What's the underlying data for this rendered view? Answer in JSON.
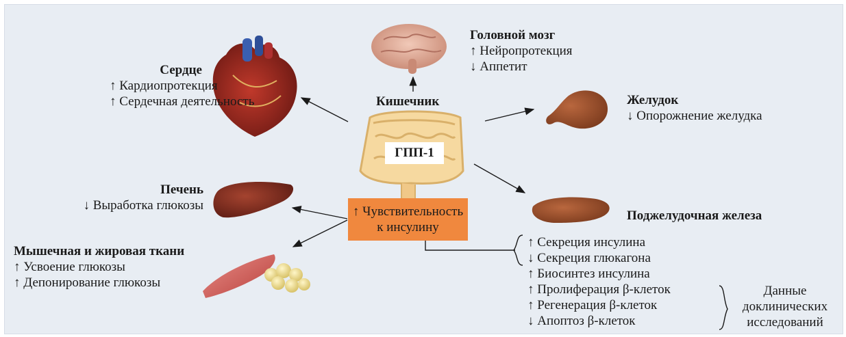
{
  "heart": {
    "title": "Сердце",
    "lines": [
      "↑ Кардиопротекция",
      "↑ Сердечная деятельность"
    ]
  },
  "brain": {
    "title": "Головной мозг",
    "lines": [
      "↑ Нейропротекция",
      "↓ Аппетит"
    ]
  },
  "stomach": {
    "title": "Желудок",
    "lines": [
      "↓ Опорожнение желудка"
    ]
  },
  "gut": {
    "title": "Кишечник",
    "hormone": "ГПП-1"
  },
  "liver": {
    "title": "Печень",
    "lines": [
      "↓ Выработка глюкозы"
    ]
  },
  "sensitivity": {
    "lines": [
      "↑ Чувствительность",
      "к инсулину"
    ]
  },
  "pancreas": {
    "title": "Поджелудочная железа",
    "lines": [
      "↑ Секреция инсулина",
      "↓ Секреция глюкагона",
      "↑ Биосинтез инсулина",
      "↑ Пролиферация β-клеток",
      "↑ Регенерация β-клеток",
      "↓ Апоптоз β-клеток"
    ],
    "preclinical": [
      "Данные",
      "доклинических",
      "исследований"
    ]
  },
  "muscle_fat": {
    "title": "Мышечная и жировая ткани",
    "lines": [
      "↑ Усвоение глюкозы",
      "↑ Депонирование глюкозы"
    ]
  },
  "colors": {
    "panel": "#e8edf3",
    "box": "#f0883e",
    "text": "#1a1a1a"
  }
}
